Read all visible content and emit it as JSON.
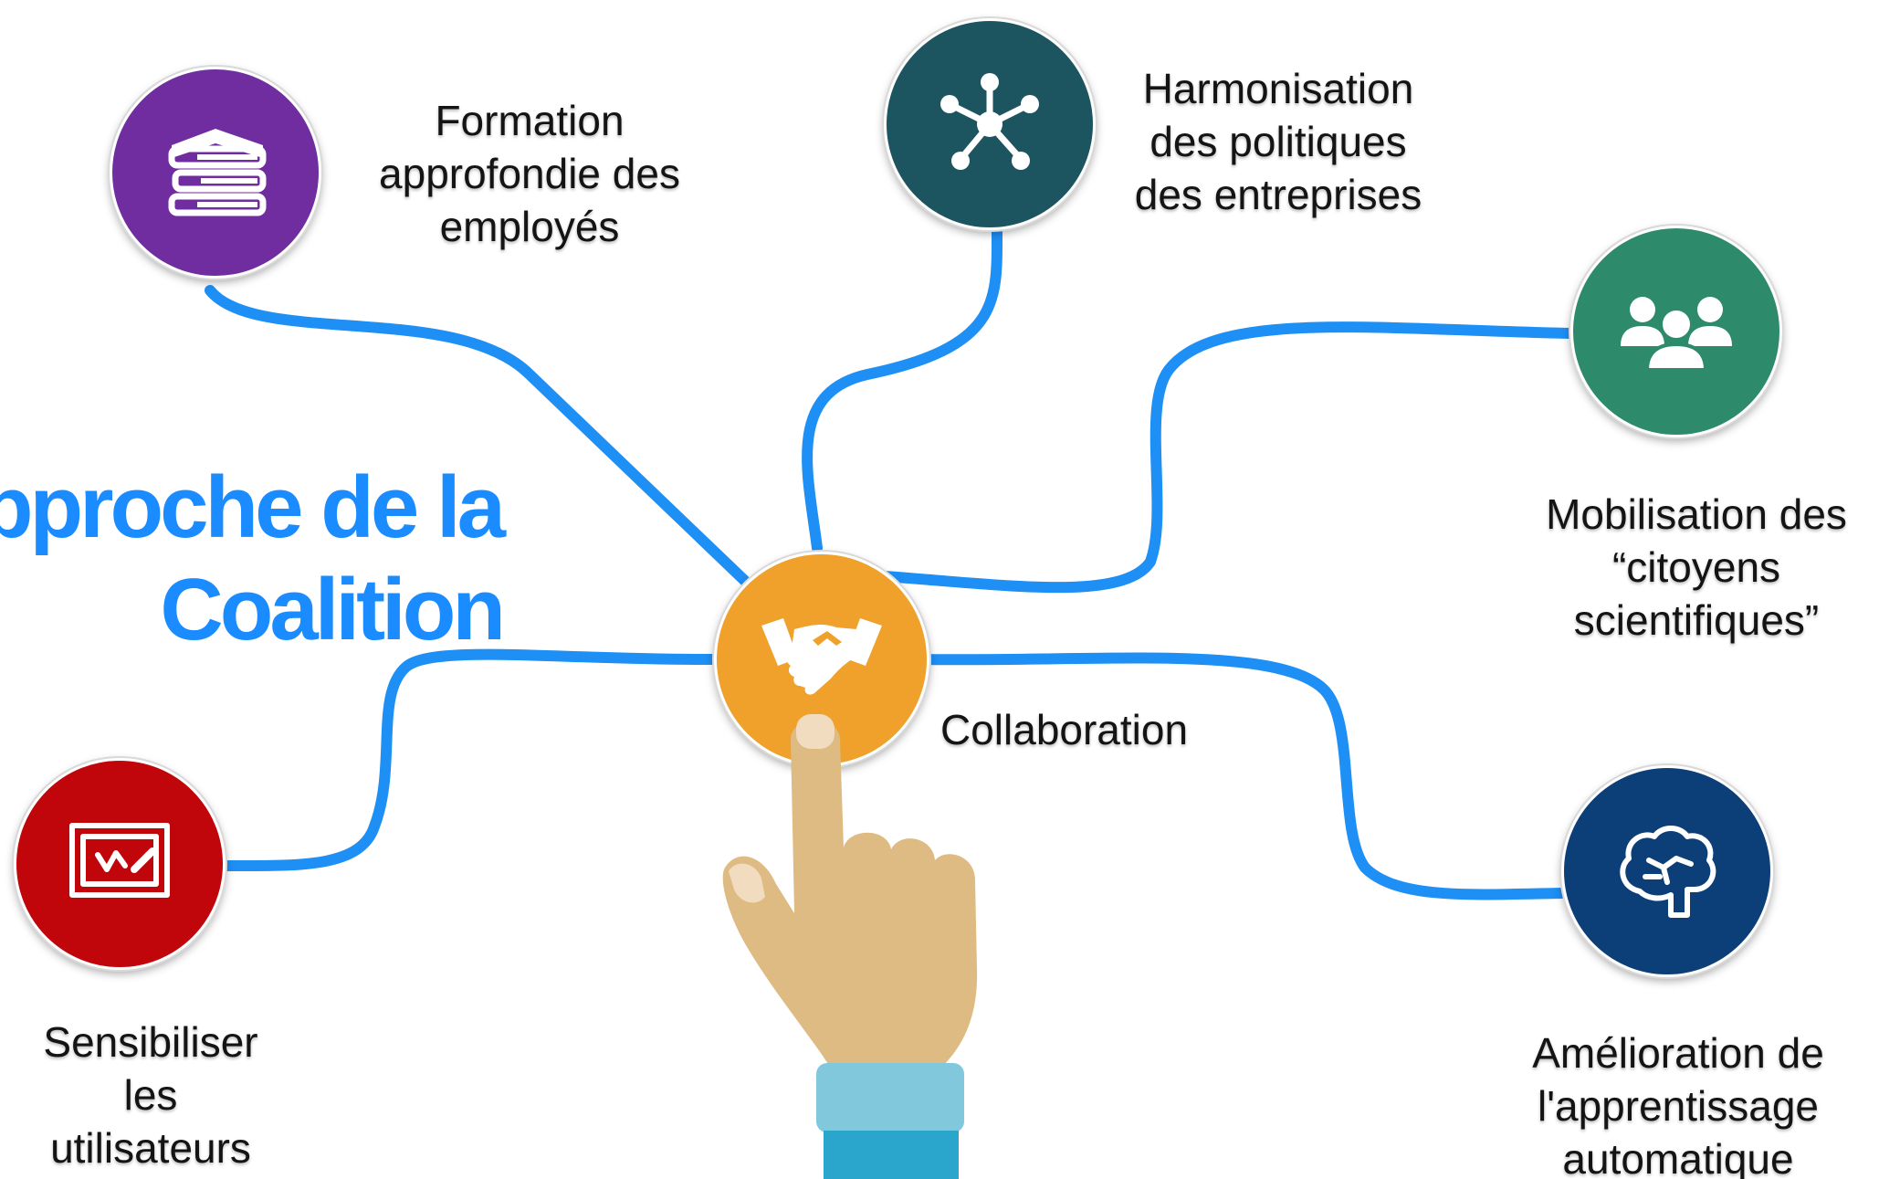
{
  "diagram": {
    "title": "pproche de la\nCoalition",
    "colors": {
      "connector": "#1e8ff5",
      "title": "#1a8cff",
      "hand_skin": "#dfbb84",
      "hand_cuff": "#82c8dc",
      "hand_sleeve": "#2aa6cc"
    },
    "center": {
      "label": "Collaboration",
      "icon": "handshake-icon",
      "color": "#efa12c"
    },
    "nodes": [
      {
        "id": "formation",
        "label": "Formation\napprofondie des\nemployés",
        "icon": "books-icon",
        "color": "#6f2da0"
      },
      {
        "id": "harmonisation",
        "label": "Harmonisation\ndes politiques\ndes entreprises",
        "icon": "network-icon",
        "color": "#1c5560"
      },
      {
        "id": "mobilisation",
        "label": "Mobilisation des\n“citoyens\nscientifiques”",
        "icon": "users-group-icon",
        "color": "#2d8b6b"
      },
      {
        "id": "apprentissage",
        "label": "Amélioration de\nl'apprentissage\nautomatique",
        "icon": "brain-icon",
        "color": "#0c3e78"
      },
      {
        "id": "sensibiliser",
        "label": "Sensibiliser\nles\nutilisateurs",
        "icon": "whiteboard-icon",
        "color": "#c0060a"
      }
    ]
  }
}
